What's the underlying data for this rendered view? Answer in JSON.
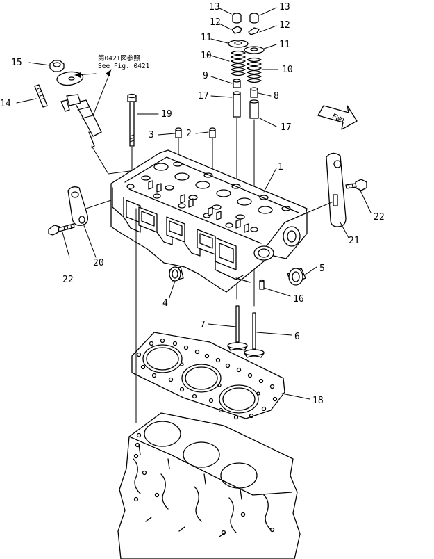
{
  "diagram": {
    "note_line1": "第0421図参照",
    "note_line2": "See Fig. 0421",
    "fwd_label": "FWD",
    "callouts": [
      {
        "id": "c13a",
        "label": "13"
      },
      {
        "id": "c13b",
        "label": "13"
      },
      {
        "id": "c12a",
        "label": "12"
      },
      {
        "id": "c12b",
        "label": "12"
      },
      {
        "id": "c11a",
        "label": "11"
      },
      {
        "id": "c11b",
        "label": "11"
      },
      {
        "id": "c10a",
        "label": "10"
      },
      {
        "id": "c10b",
        "label": "10"
      },
      {
        "id": "c9",
        "label": "9"
      },
      {
        "id": "c8",
        "label": "8"
      },
      {
        "id": "c17a",
        "label": "17"
      },
      {
        "id": "c17b",
        "label": "17"
      },
      {
        "id": "c15",
        "label": "15"
      },
      {
        "id": "c14",
        "label": "14"
      },
      {
        "id": "c19",
        "label": "19"
      },
      {
        "id": "c3",
        "label": "3"
      },
      {
        "id": "c2",
        "label": "2"
      },
      {
        "id": "c1",
        "label": "1"
      },
      {
        "id": "c22a",
        "label": "22"
      },
      {
        "id": "c22b",
        "label": "22"
      },
      {
        "id": "c21",
        "label": "21"
      },
      {
        "id": "c20",
        "label": "20"
      },
      {
        "id": "c5",
        "label": "5"
      },
      {
        "id": "c4",
        "label": "4"
      },
      {
        "id": "c16",
        "label": "16"
      },
      {
        "id": "c7",
        "label": "7"
      },
      {
        "id": "c6",
        "label": "6"
      },
      {
        "id": "c18",
        "label": "18"
      }
    ]
  }
}
